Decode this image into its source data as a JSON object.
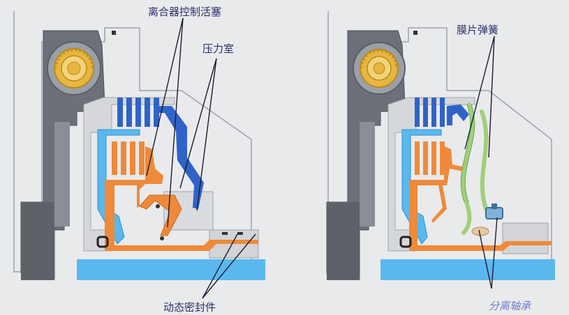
{
  "labels": {
    "left_piston": "离合器控制活塞",
    "left_chamber": "压力室",
    "left_seal": "动态密封件",
    "right_spring": "膜片弹簧",
    "right_bearing": "分离轴承"
  },
  "colors": {
    "background": "#e9eaec",
    "housing": "#6c7078",
    "housing_light": "#bfc2c7",
    "bearing_yellow": "#e7b640",
    "clutch_blue": "#2f63c7",
    "clutch_orange": "#ee8a3a",
    "light_blue": "#5bb8ef",
    "spring_green": "#9fd07a",
    "leader_line": "#1a1a2e"
  }
}
